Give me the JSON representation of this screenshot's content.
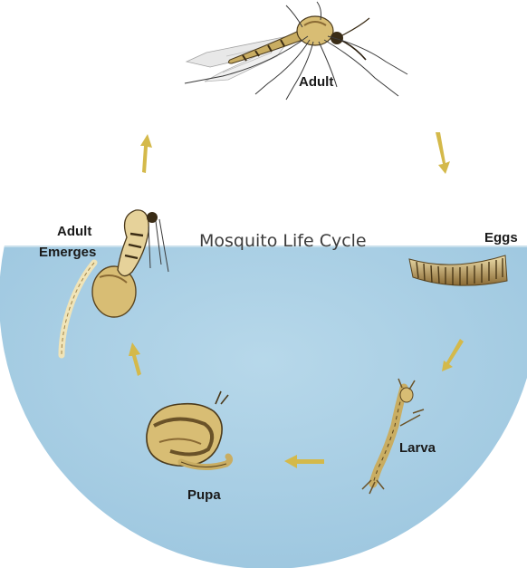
{
  "diagram": {
    "title": "Mosquito Life Cycle",
    "stages": {
      "adult": "Adult",
      "eggs": "Eggs",
      "larva": "Larva",
      "pupa": "Pupa",
      "adult_emerges_line1": "Adult",
      "adult_emerges_line2": "Emerges"
    },
    "colors": {
      "water": "#a8cfe4",
      "arrow": "#d4b94a",
      "insect_body": "#d9c07a",
      "insect_outline": "#5a4520"
    }
  }
}
